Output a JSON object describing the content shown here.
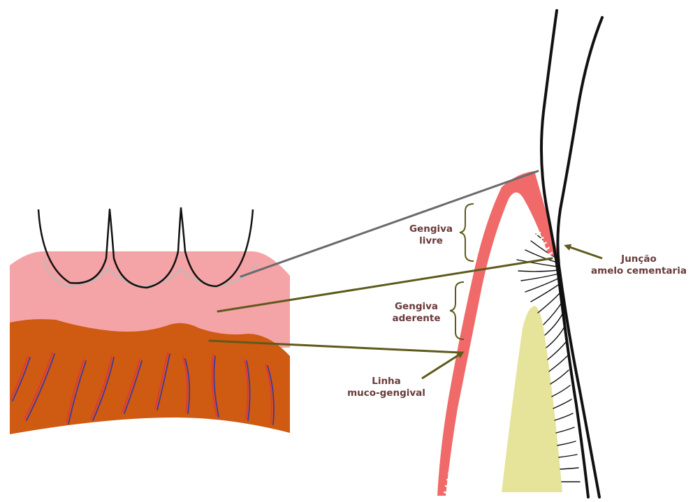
{
  "labels": {
    "gengiva_livre": {
      "line1": "Gengiva",
      "line2": "livre"
    },
    "gengiva_aderente": {
      "line1": "Gengiva",
      "line2": "aderente"
    },
    "linha_muco": {
      "line1": "Linha",
      "line2": "muco-gengival"
    },
    "juncao": {
      "line1": "Junção",
      "line2": "amelo cementaria"
    }
  },
  "colors": {
    "free_gingiva": "#f4a3a6",
    "gingiva_edge": "#f06a6a",
    "mucosa": "#cf5a12",
    "vessel_red": "#e0363c",
    "vessel_blue": "#3d3aa0",
    "bone": "#e6e49a",
    "pointer_line": "#5f5a1a",
    "connector_line": "#6a6a6a",
    "label_text": "#6b3a3a",
    "outline": "#111111"
  }
}
